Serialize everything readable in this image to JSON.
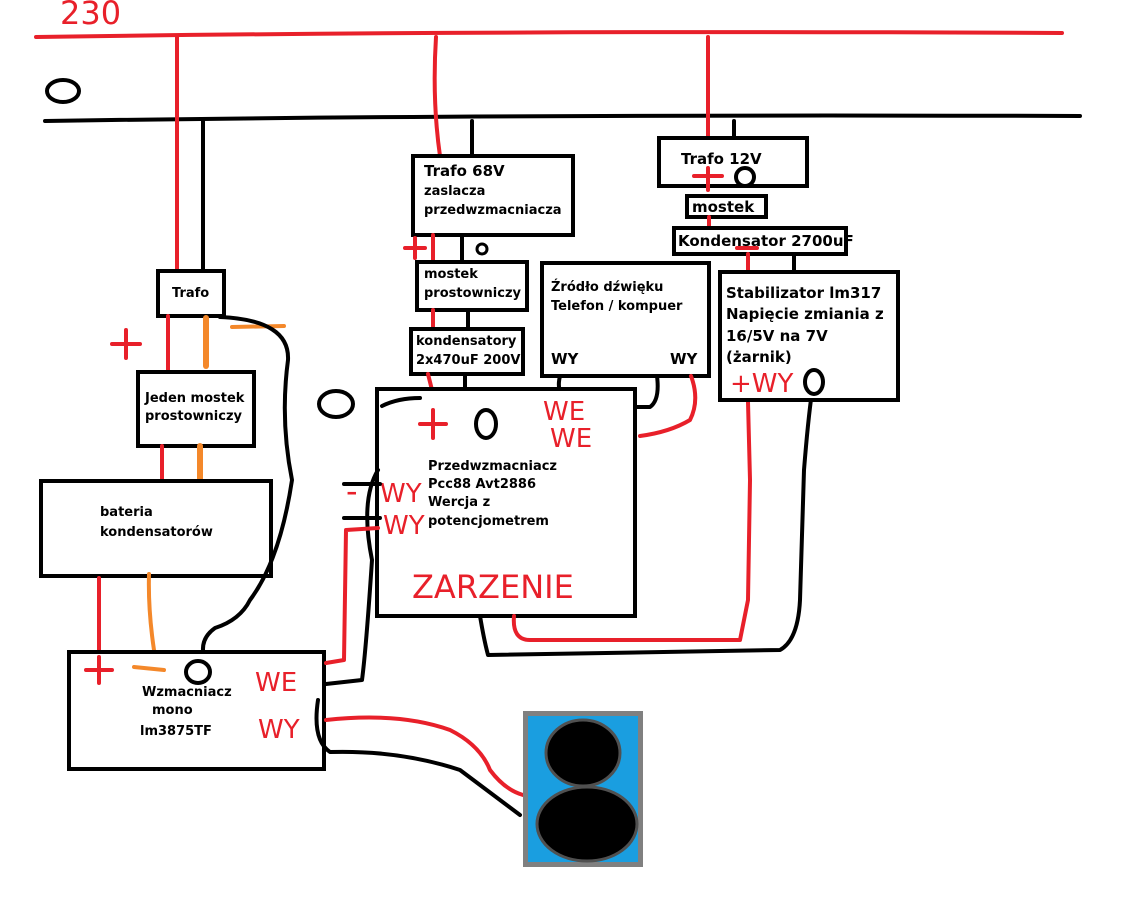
{
  "rails": {
    "mains_label": "230",
    "neutral_label": "0"
  },
  "blocks": {
    "trafo_main": {
      "line1": "Trafo"
    },
    "rectifier_main": {
      "line1": "Jeden mostek",
      "line2": "prostowniczy"
    },
    "capacitor_bank": {
      "line1": "bateria",
      "line2": "kondensatorów"
    },
    "amplifier": {
      "line1": "Wzmacniacz",
      "line2": "mono",
      "line3": "lm3875TF"
    },
    "trafo_68v": {
      "line1": "Trafo 68V",
      "line2": "zaslacza",
      "line3": "przedwzmacniacza"
    },
    "rectifier_68v": {
      "line1": "mostek",
      "line2": "prostowniczy"
    },
    "caps_68v": {
      "line1": "kondensatory",
      "line2": "2x470uF 200V"
    },
    "sound_source": {
      "line1": "Źródło dźwięku",
      "line2": "Telefon / kompuer",
      "out_left": "WY",
      "out_right": "WY"
    },
    "preamp": {
      "line1": "Przedwzmacniacz",
      "line2": "Pcc88 Avt2886",
      "line3": "Wercja z",
      "line4": "potencjometrem"
    },
    "trafo_12v": {
      "line1": "Trafo 12V"
    },
    "bridge_12v": {
      "line1": "mostek"
    },
    "capacitor_12v": {
      "line1": "Kondensator 2700uF"
    },
    "regulator": {
      "line1": "Stabilizator lm317",
      "line2": "Napięcie zmiania z",
      "line3": "16/5V na 7V",
      "line4": "(żarnik)"
    }
  },
  "annotations": {
    "preamp_in_1": "WE",
    "preamp_in_2": "WE",
    "preamp_out_1": "WY",
    "preamp_out_2": "WY",
    "preamp_plus": "+",
    "preamp_zero": "0",
    "heater": "ZARZENIE",
    "amp_in": "WE",
    "amp_out": "WY",
    "regulator_out": "+WY",
    "minus_sign": "-"
  },
  "colors": {
    "phase_wire": "#e8202a",
    "neutral_wire": "#000000",
    "negative_wire": "#f4882a",
    "speaker_body": "#1a9ee0",
    "speaker_frame": "#808080"
  },
  "icons": {
    "speaker": "speaker-icon"
  }
}
